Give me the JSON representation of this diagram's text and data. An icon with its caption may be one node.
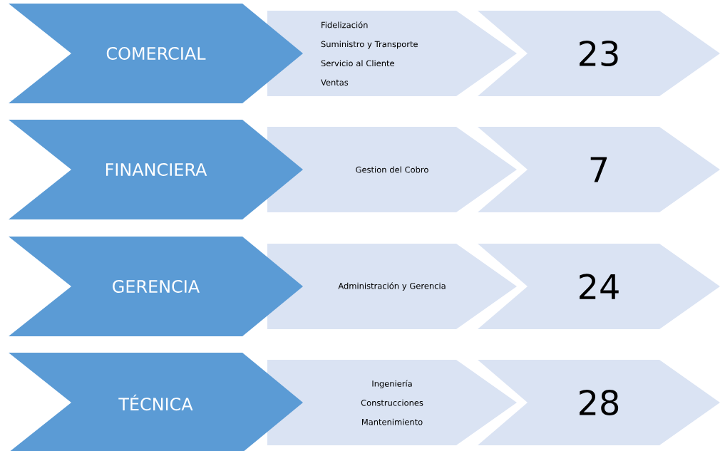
{
  "diagram": {
    "nodes": [
      {
        "text": [
          "COMERCIAL"
        ]
      },
      {
        "text": [
          "Fidelización",
          "Suministro y Transporte",
          "Servicio al Cliente",
          "Ventas"
        ]
      },
      {
        "text": [
          "23"
        ]
      },
      {
        "text": [
          "FINANCIERA"
        ]
      },
      {
        "text": [
          "Gestion del Cobro"
        ]
      },
      {
        "text": [
          "7"
        ]
      },
      {
        "text": [
          "GERENCIA"
        ]
      },
      {
        "text": [
          "Administración y Gerencia"
        ]
      },
      {
        "text": [
          "24"
        ]
      },
      {
        "text": [
          "TÉCNICA"
        ]
      },
      {
        "text": [
          "Ingeniería",
          "Construcciones",
          "Mantenimiento"
        ]
      },
      {
        "text": [
          "28"
        ]
      }
    ]
  }
}
